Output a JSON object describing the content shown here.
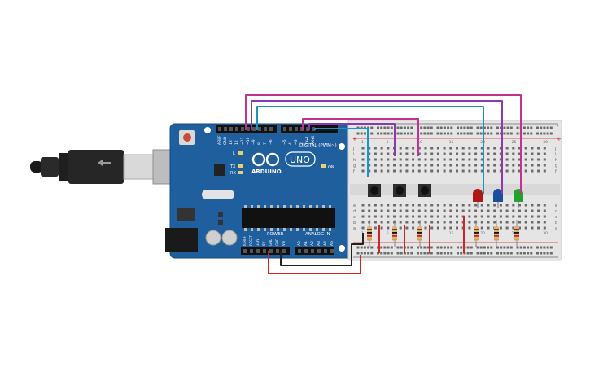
{
  "board": {
    "header_pins_digital": [
      "AREF",
      "GND",
      "13",
      "12",
      "~11",
      "~10",
      "~9",
      "8",
      "7",
      "~6",
      "~5",
      "4",
      "~3",
      "2",
      "TX▸1",
      "RX◂0"
    ],
    "digital_label": "DIGITAL (PWM~)",
    "logo_text": "ARDUINO",
    "model_text": "UNO",
    "led_labels": [
      "L",
      "TX",
      "RX"
    ],
    "on_label": "ON",
    "power_label": "POWER",
    "analog_label": "ANALOG IN",
    "power_pins": [
      "IOREF",
      "RESET",
      "3.3V",
      "5V",
      "GND",
      "GND",
      "Vin"
    ],
    "analog_pins": [
      "A0",
      "A1",
      "A2",
      "A3",
      "A4",
      "A5"
    ]
  },
  "breadboard": {
    "row_letters_top": [
      "j",
      "i",
      "h",
      "g",
      "f"
    ],
    "row_letters_bottom": [
      "e",
      "d",
      "c",
      "b",
      "a"
    ],
    "column_numbers": [
      "1",
      "5",
      "10",
      "15",
      "20",
      "25",
      "30"
    ],
    "rail_plus": "+",
    "rail_minus": "-"
  },
  "colors": {
    "board_blue": "#1f5f9e",
    "wire_magenta": "#c2338f",
    "wire_purple": "#8a3ab0",
    "wire_teal": "#1b94c0",
    "wire_red": "#d42424",
    "wire_black": "#222222",
    "led_red": "#b01818",
    "led_blue": "#1a4f9c",
    "led_green": "#22a22a"
  }
}
